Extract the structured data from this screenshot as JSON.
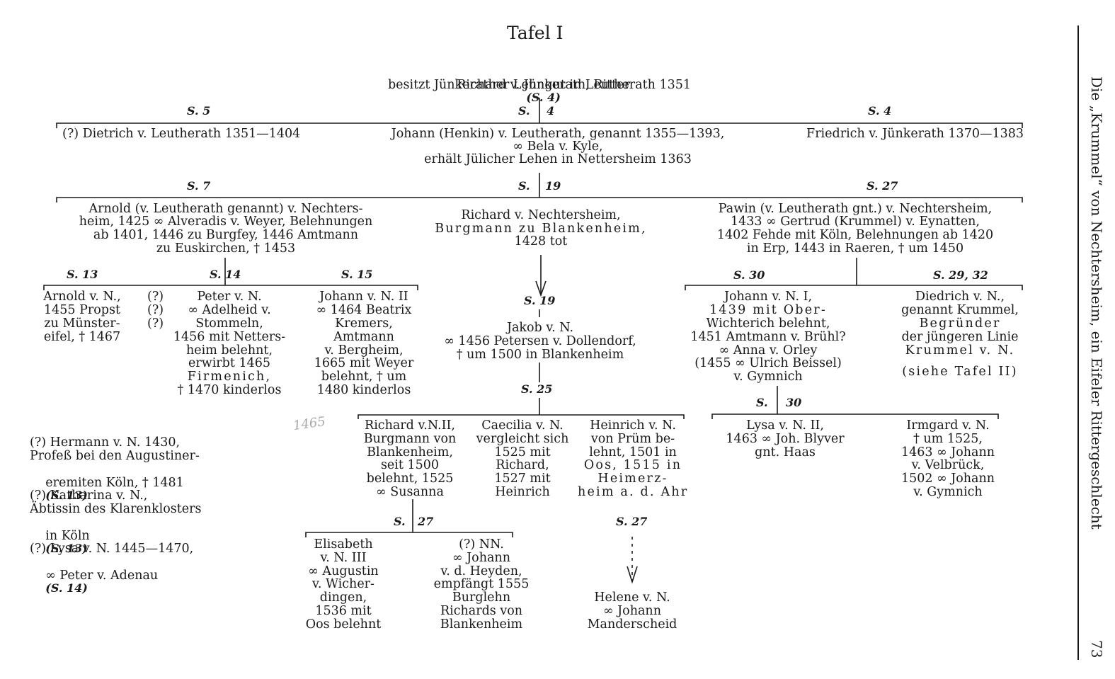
{
  "header": {
    "title": "Tafel I"
  },
  "margin": {
    "running_head": "Die „Krummel“ von Nechtersheim, ein Eifeler Rittergeschlecht",
    "page_number": "73"
  },
  "gen0": {
    "name": "Richard v. Jünkerath, Ritter",
    "ref": "(S. 4)",
    "line2": "besitzt Jünkerather Lehngut in Leutherath 1351"
  },
  "refs": {
    "g1_left": "S. 5",
    "g1_mid_s": "S.",
    "g1_mid_n": "4",
    "g1_right": "S. 4",
    "g2_left": "S. 7",
    "g2_mid_s": "S.",
    "g2_mid_n": "19",
    "g2_right": "S. 27",
    "g3_a": "S. 13",
    "g3_b": "S. 14",
    "g3_c": "S. 15",
    "g3_d": "S. 19",
    "g3_e": "S. 30",
    "g3_f": "S. 29, 32",
    "g4_a": "S. 25",
    "g4_b_s": "S.",
    "g4_b_n": "30",
    "g5_a_s": "S.",
    "g5_a_n": "27",
    "g5_b": "S. 27"
  },
  "gen1": {
    "dietrich": "(?) Dietrich v. Leutherath 1351—1404",
    "johann": [
      "Johann (Henkin) v. Leutherath, genannt 1355—1393,",
      "∞ Bela v. Kyle,",
      "erhält Jülicher Lehen in Nettersheim 1363"
    ],
    "friedrich": "Friedrich v. Jünkerath 1370—1383"
  },
  "gen2": {
    "arnold": [
      "Arnold (v. Leutherath genannt) v. Nechters-",
      "heim, 1425 ∞ Alveradis v. Weyer, Belehnungen",
      "ab 1401, 1446 zu Burgfey, 1446 Amtmann",
      "zu Euskirchen, † 1453"
    ],
    "richard": [
      "Richard v. Nechtersheim,",
      "Burgmann zu Blankenheim,",
      "1428 tot"
    ],
    "pawin": [
      "Pawin (v. Leutherath gnt.) v. Nechtersheim,",
      "1433 ∞ Gertrud (Krummel) v. Eynatten,",
      "1402 Fehde mit Köln, Belehnungen ab 1420",
      "in Erp, 1443 in Raeren, † um 1450"
    ]
  },
  "gen3": {
    "arnold_n": [
      "Arnold v. N.,",
      "1455 Propst",
      "zu Münster-",
      "eifel, † 1467"
    ],
    "qmarks": [
      "(?)",
      "(?)",
      "(?)"
    ],
    "peter": [
      "Peter v. N.",
      "∞ Adelheid v.",
      "Stommeln,",
      "1456 mit Netters-",
      "heim belehnt,",
      "erwirbt 1465",
      "Firmenich,",
      "† 1470 kinderlos"
    ],
    "johann2": [
      "Johann v. N. II",
      "∞ 1464 Beatrix",
      "Kremers,",
      "Amtmann",
      "v. Bergheim,",
      "1665 mit Weyer",
      "belehnt, † um",
      "1480 kinderlos"
    ],
    "jakob": [
      "Jakob v. N.",
      "∞ 1456 Petersen v. Dollendorf,",
      "† um 1500 in Blankenheim"
    ],
    "johann1": [
      "Johann v. N. I,",
      "1439 mit Ober-",
      "Wichterich belehnt,",
      "1451 Amtmann v. Brühl?",
      "∞ Anna v. Orley",
      "(1455 ∞ Ulrich Beissel)",
      "v. Gymnich"
    ],
    "diedrich": [
      "Diedrich v. N.,",
      "genannt Krummel,",
      "Begründer",
      "der jüngeren Linie",
      "Krummel v. N."
    ],
    "siehe": "(siehe Tafel II)"
  },
  "extras": {
    "hermann": [
      "(?) Hermann v. N. 1430,",
      "Profeß bei den Augustiner-",
      "eremiten Köln, † 1481"
    ],
    "hermann_ref": "(S. 13)",
    "katharina": [
      "(?) Katharina v. N.,",
      "Äbtissin des Klarenklosters",
      "in Köln"
    ],
    "katharina_ref": "(S. 13)",
    "lysa": [
      "(?) Lysa v. N. 1445—1470,",
      "∞ Peter v. Adenau"
    ],
    "lysa_ref": "(S. 14)",
    "pencil_note": "1465"
  },
  "gen4": {
    "richard2": [
      "Richard v.N.II,",
      "Burgmann von",
      "Blankenheim,",
      "seit 1500",
      "belehnt, 1525",
      "∞ Susanna"
    ],
    "caecilia": [
      "Caecilia v. N.",
      "vergleicht sich",
      "1525 mit",
      "Richard,",
      "1527 mit",
      "Heinrich"
    ],
    "heinrich": [
      "Heinrich v. N.",
      "von Prüm be-",
      "lehnt, 1501 in",
      "Oos, 1515 in",
      "Heimerz-",
      "heim a. d. Ahr"
    ],
    "lysa2": [
      "Lysa v. N. II,",
      "1463 ∞ Joh. Blyver",
      "gnt. Haas"
    ],
    "irmgard": [
      "Irmgard v. N.",
      "† um 1525,",
      "1463 ∞ Johann",
      "v. Velbrück,",
      "1502 ∞ Johann",
      "v. Gymnich"
    ]
  },
  "gen5": {
    "elisabeth": [
      "Elisabeth",
      "v. N. III",
      "∞ Augustin",
      "v. Wicher-",
      "dingen,",
      "1536 mit",
      "Oos belehnt"
    ],
    "nn": [
      "(?) NN.",
      "∞ Johann",
      "v. d. Heyden,",
      "empfängt 1555",
      "Burglehn",
      "Richards von",
      "Blankenheim"
    ],
    "helene": [
      "Helene v. N.",
      "∞ Johann",
      "Manderscheid"
    ]
  }
}
